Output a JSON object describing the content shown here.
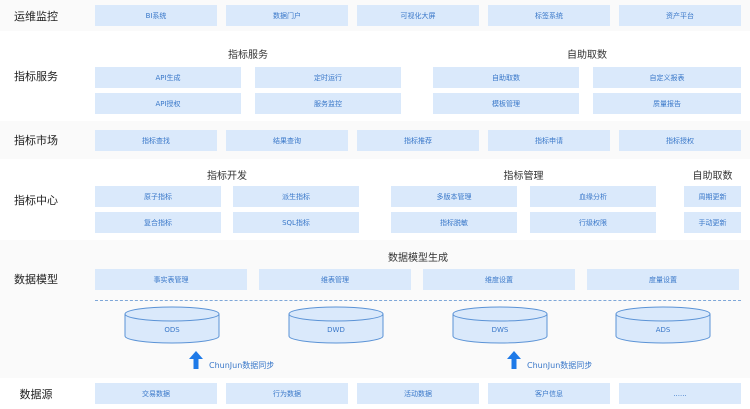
{
  "colors": {
    "box_bg": "#dae9fb",
    "box_text": "#3a78c9",
    "row_alt": "#fafafa",
    "arrow": "#1e7ae8"
  },
  "ops": {
    "label": "运维监控",
    "items": [
      "BI系统",
      "数据门户",
      "可视化大屏",
      "标签系统",
      "资产平台"
    ]
  },
  "services": {
    "label": "指标服务",
    "left_title": "指标服务",
    "left_items": [
      "API生成",
      "定时运行",
      "API授权",
      "服务监控"
    ],
    "right_title": "自助取数",
    "right_items": [
      "自助取数",
      "自定义报表",
      "模板管理",
      "质量报告"
    ]
  },
  "market": {
    "label": "指标市场",
    "items": [
      "指标查找",
      "结果查询",
      "指标推荐",
      "指标申请",
      "指标授权"
    ]
  },
  "center": {
    "label": "指标中心",
    "dev_title": "指标开发",
    "dev_items": [
      "原子指标",
      "派生指标",
      "复合指标",
      "SQL指标"
    ],
    "mgmt_title": "指标管理",
    "mgmt_items": [
      "多版本管理",
      "血缘分析",
      "指标脱敏",
      "行级权限"
    ],
    "self_title": "自助取数",
    "self_items": [
      "周期更新",
      "手动更新"
    ]
  },
  "model": {
    "label": "数据模型",
    "title": "数据模型生成",
    "items": [
      "事实表管理",
      "维表管理",
      "维度设置",
      "度量设置"
    ],
    "layers": [
      "ODS",
      "DWD",
      "DWS",
      "ADS"
    ],
    "sync_labels": [
      "ChunJun数据同步",
      "ChunJun数据同步"
    ]
  },
  "source": {
    "label": "数据源",
    "items": [
      "交易数据",
      "行为数据",
      "活动数据",
      "客户信息",
      "......"
    ]
  }
}
